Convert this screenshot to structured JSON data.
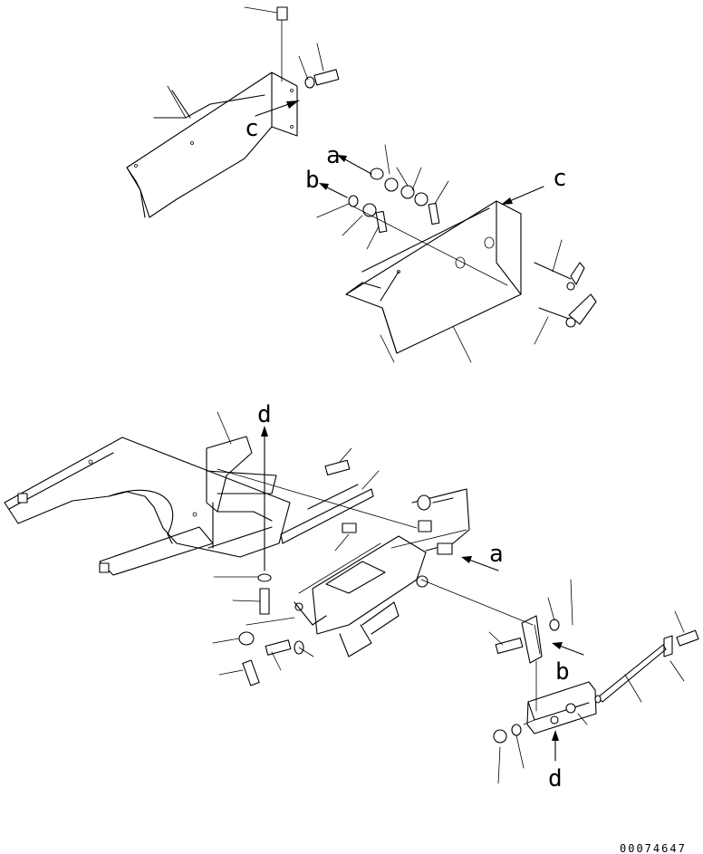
{
  "drawing": {
    "drawing_number": "00074647",
    "callouts": {
      "a_top": "a",
      "b_top": "b",
      "c_left": "c",
      "c_right": "c",
      "d_top": "d",
      "a_bottom": "a",
      "b_bottom": "b",
      "d_bottom": "d"
    }
  }
}
